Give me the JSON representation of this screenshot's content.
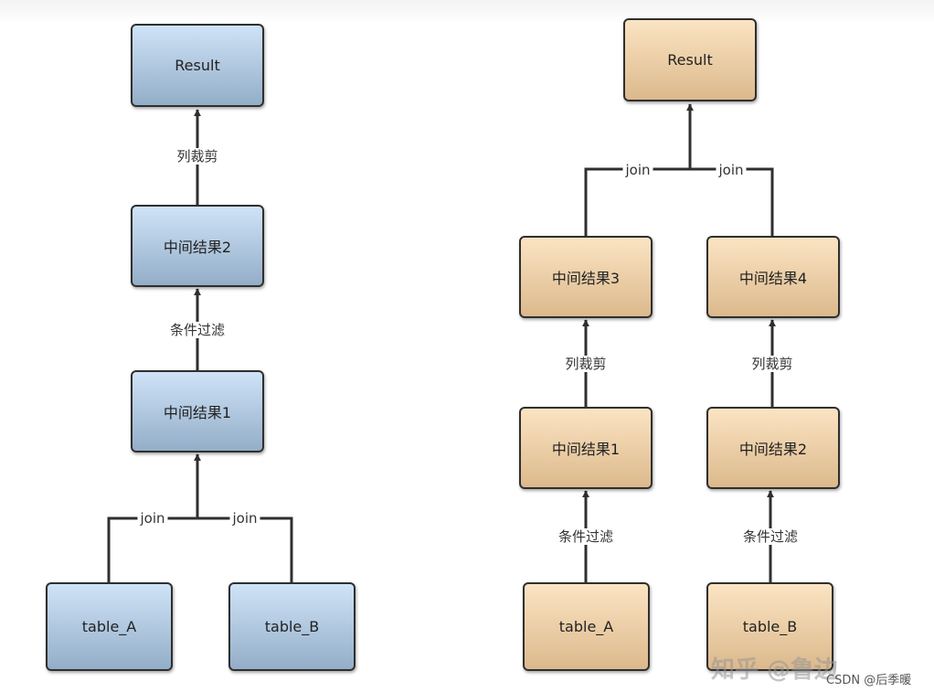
{
  "left": {
    "nodes": {
      "result": "Result",
      "mid2": "中间结果2",
      "mid1": "中间结果1",
      "tableA": "table_A",
      "tableB": "table_B"
    },
    "edges": {
      "prune": "列裁剪",
      "filter": "条件过滤",
      "joinA": "join",
      "joinB": "join"
    }
  },
  "right": {
    "nodes": {
      "result": "Result",
      "mid3": "中间结果3",
      "mid4": "中间结果4",
      "mid1": "中间结果1",
      "mid2": "中间结果2",
      "tableA": "table_A",
      "tableB": "table_B"
    },
    "edges": {
      "joinL": "join",
      "joinR": "join",
      "pruneL": "列裁剪",
      "pruneR": "列裁剪",
      "filterL": "条件过滤",
      "filterR": "条件过滤"
    }
  },
  "watermark": {
    "zhihu": "知乎 @鲁边",
    "csdn": "CSDN @后季暖"
  },
  "colors": {
    "left_fill_top": "#cfe3f7",
    "left_fill_bottom": "#93aec8",
    "right_fill_top": "#fbe4c3",
    "right_fill_bottom": "#dcb98c",
    "line": "#2f2f2f"
  }
}
